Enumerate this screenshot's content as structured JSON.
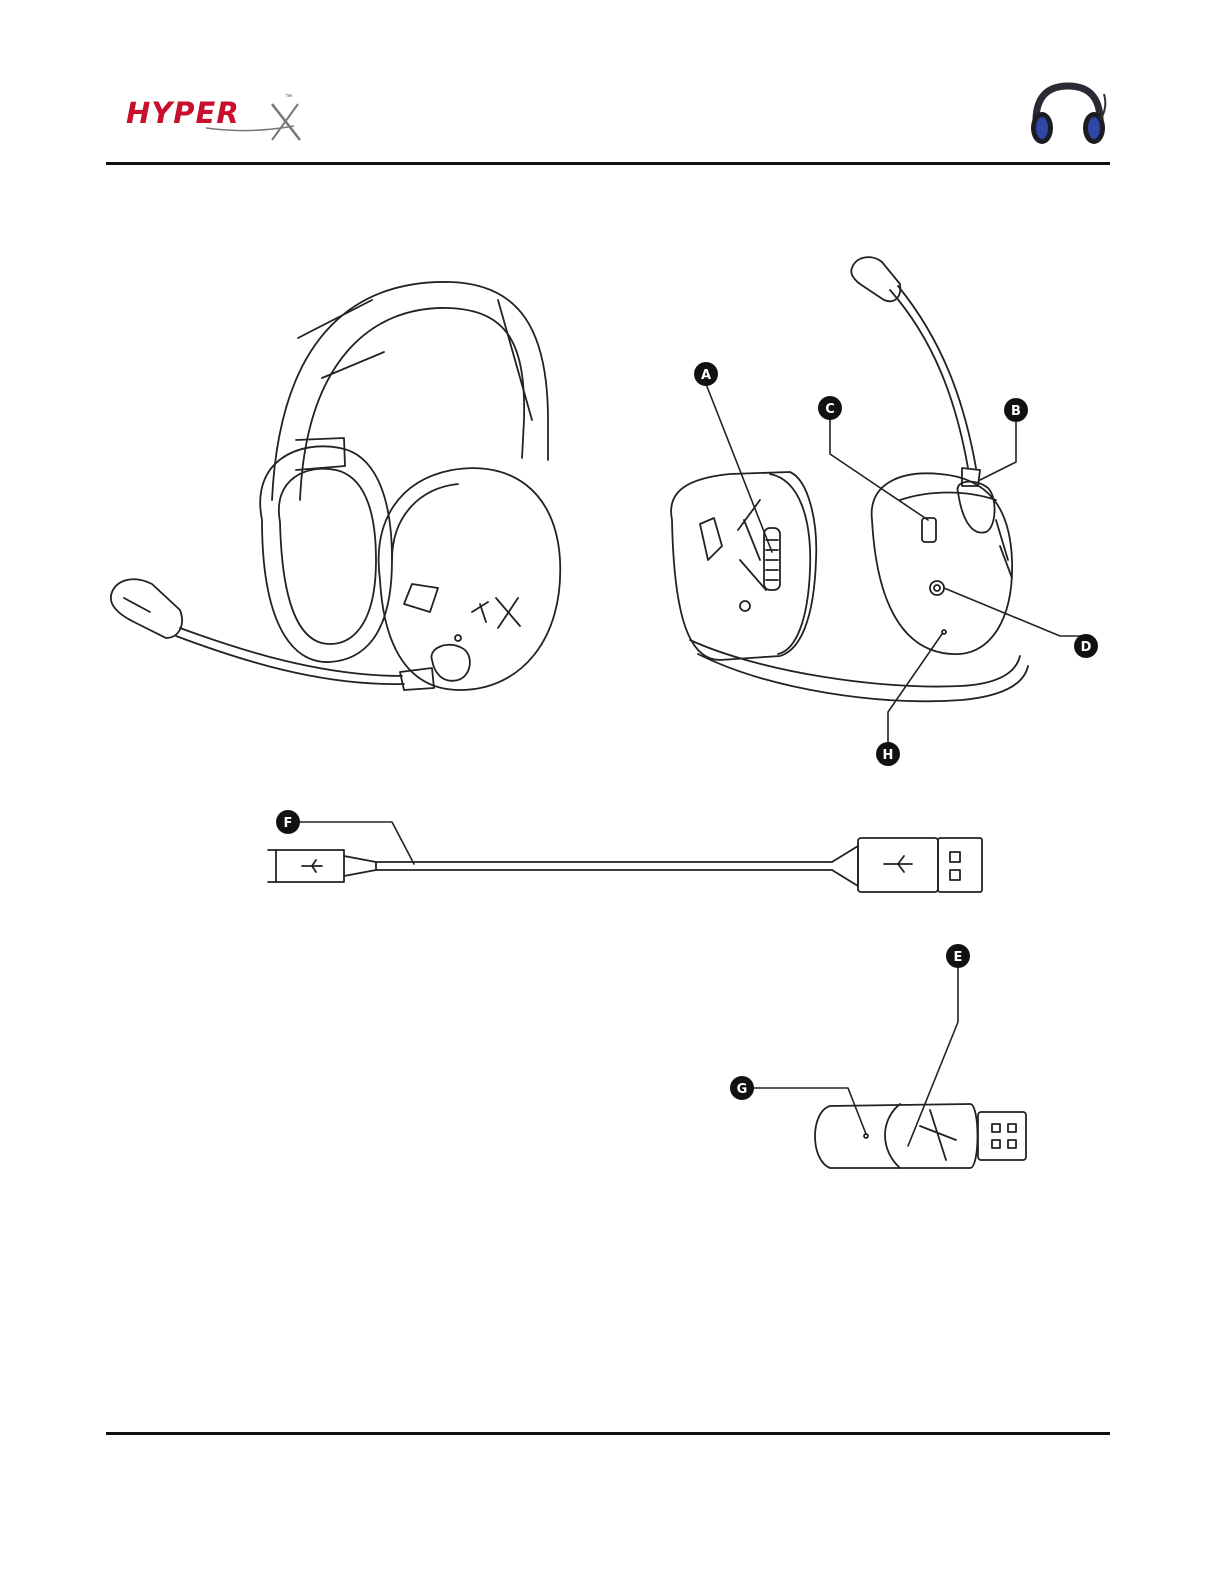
{
  "brand": {
    "logo_text": "HYPER",
    "logo_tm": "™",
    "accent_color": "#c8102e"
  },
  "callouts": {
    "a": "A",
    "b": "B",
    "c": "C",
    "d": "D",
    "e": "E",
    "f": "F",
    "g": "G",
    "h": "H"
  },
  "icons": {
    "logo_mark": "hyperx-x-icon",
    "product_thumbnail": "headset-icon"
  }
}
